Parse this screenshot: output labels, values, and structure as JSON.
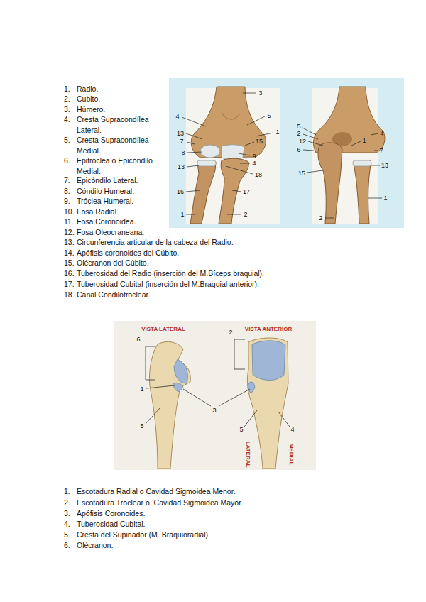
{
  "diagram": {
    "labels": [
      "1.",
      "Radio.",
      "2.",
      "Cubito.",
      "3.",
      "Húmero.",
      "4.",
      "Cresta Supracondílea Lateral.",
      "5.",
      "Cresta Supracondílea Medial.",
      "6.",
      "Epitróclea o Epicóndilo Medial.",
      "7.",
      "Epicóndilo Lateral.",
      "8.",
      "Cóndilo Humeral.",
      "9.",
      "Tróclea Humeral.",
      "10.",
      "Fosa Radial.",
      "11.",
      "Fosa Coronoidea.",
      "12.",
      "Fosa Oleocraneana.",
      "13.",
      "Circunferencia articular de la cabeza del Radio.",
      "14.",
      "Apófisis coronoides del Cúbito.",
      "15.",
      "Olécranon del Cúbito.",
      "16.",
      "Tuberosidad del Radio (inserción del M.Bíceps braquial).",
      "17.",
      "Tuberosidad Cubital (inserción del M.Braquial anterior).",
      "18.",
      "Canal Condilotroclear.",
      "3",
      "4",
      "5",
      "13",
      "1",
      "7",
      "15",
      "8",
      "9",
      "4",
      "13",
      "18",
      "16",
      "17",
      "1",
      "2",
      "5",
      "2",
      "4",
      "12",
      "1",
      "6",
      "7",
      "13",
      "15",
      "1",
      "2",
      "VISTA LATERAL",
      "VISTA ANTERIOR",
      "6",
      "2",
      "1",
      "3",
      "5",
      "5",
      "4",
      "LATERAL",
      "MEDIAL",
      "1.",
      "Escotadura Radial o Cavidad Sigmoidea Menor.",
      "2.",
      "Escotadura Troclear o  Cavidad Sigmoidea Mayor.",
      "3.",
      "Apófisis Coronoides.",
      "4.",
      "Tuberosidad Cubital.",
      "5.",
      "Cresta del Supinador (M. Braquioradial).",
      "6.",
      "Olécranon."
    ]
  }
}
